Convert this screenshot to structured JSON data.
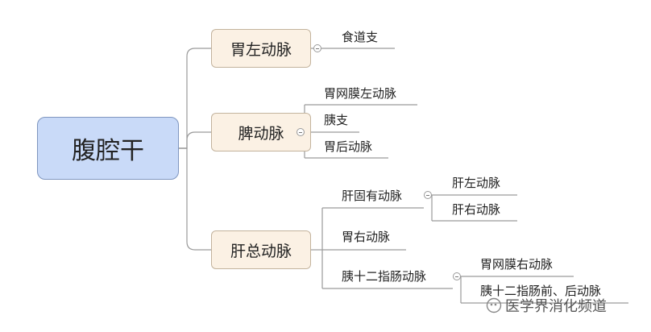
{
  "root": {
    "label": "腹腔干"
  },
  "branches": [
    {
      "label": "胃左动脉",
      "children": [
        "食道支"
      ]
    },
    {
      "label": "脾动脉",
      "children": [
        "胃网膜左动脉",
        "胰支",
        "胃后动脉"
      ]
    },
    {
      "label": "肝总动脉",
      "children": [
        {
          "label": "肝固有动脉",
          "children": [
            "肝左动脉",
            "肝右动脉"
          ]
        },
        {
          "label": "胃右动脉"
        },
        {
          "label": "胰十二指肠动脉",
          "children": [
            "胃网膜右动脉",
            "胰十二指肠前、后动脉"
          ]
        }
      ]
    }
  ],
  "watermark": {
    "text": "医学界消化频道"
  },
  "colors": {
    "root_fill": "#c9daf8",
    "branch_fill": "#fbf1e4",
    "line": "#9a9a9a"
  }
}
